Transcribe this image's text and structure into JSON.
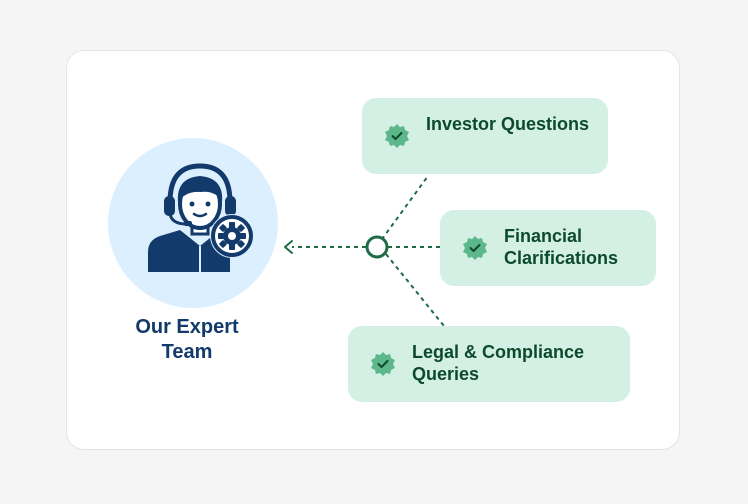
{
  "team": {
    "label": "Our Expert Team",
    "icon": "support-agent-gear-icon"
  },
  "topics": [
    {
      "label": "Investor Questions",
      "icon": "verified-badge-icon"
    },
    {
      "label": "Financial Clarifications",
      "icon": "verified-badge-icon"
    },
    {
      "label": "Legal & Compliance Queries",
      "icon": "verified-badge-icon"
    }
  ],
  "colors": {
    "background": "#f5f5f5",
    "card": "#ffffff",
    "avatar_bg": "#dcefff",
    "navy": "#123a6b",
    "box_bg": "#d4efe3",
    "green_text": "#0c4a2c",
    "connector": "#1f6b45",
    "badge": "#5cb88a"
  }
}
